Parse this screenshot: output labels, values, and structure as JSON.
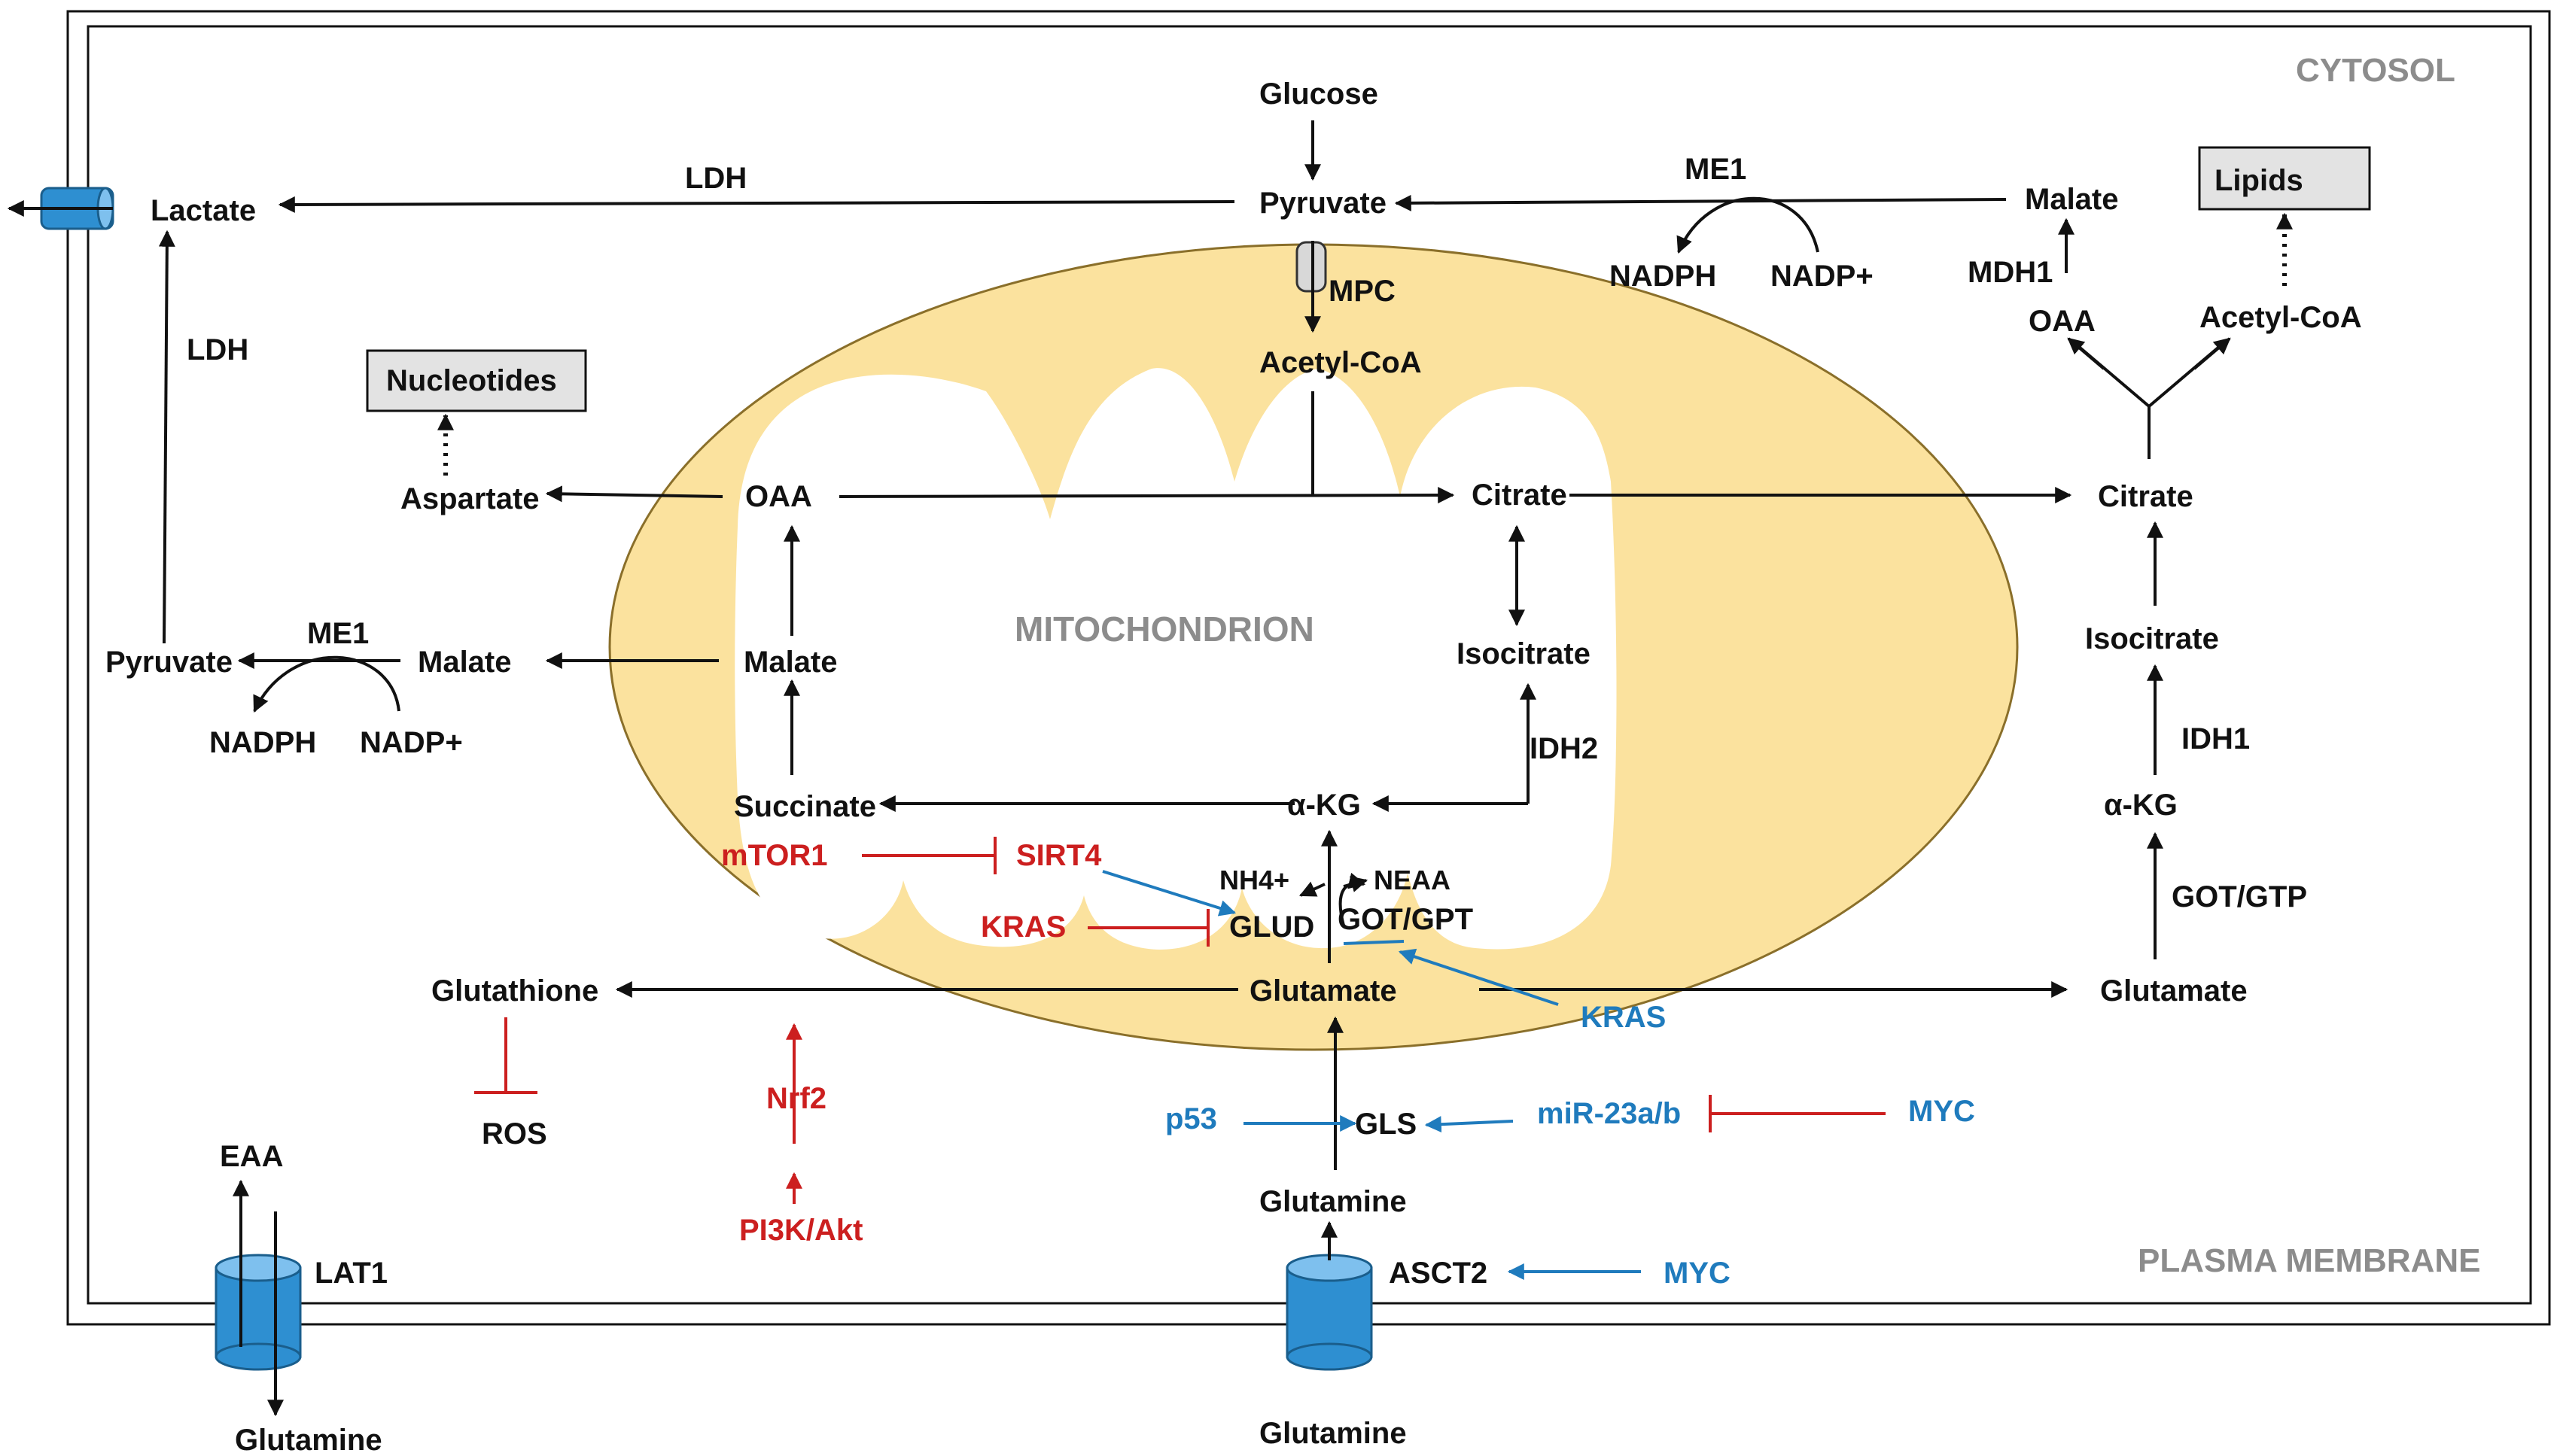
{
  "colors": {
    "mitochondrion_fill": "#fbe29e",
    "black": "#111111",
    "red": "#cc1f1f",
    "blue": "#1f7bbd",
    "region_label": "#8c8c8c",
    "box_fill": "#e3e3e3",
    "transporter": "#2e8fd1"
  },
  "icons": [
    "transporter-channel-icon",
    "mpc-channel-icon"
  ],
  "regions": {
    "cytosol": "CYTOSOL",
    "plasma_membrane": "PLASMA MEMBRANE",
    "mitochondrion": "MITOCHONDRION"
  },
  "nodes": {
    "glucose": "Glucose",
    "pyruvate_top": "Pyruvate",
    "lactate": "Lactate",
    "ldh_top": "LDH",
    "ldh_left": "LDH",
    "me1_top": "ME1",
    "nadph_top": "NADPH",
    "nadp_top": "NADP+",
    "malate_right": "Malate",
    "lipids": "Lipids",
    "mdh1": "MDH1",
    "oaa_right": "OAA",
    "acetylcoa_right": "Acetyl-CoA",
    "mpc": "MPC",
    "acetylcoa_mito": "Acetyl-CoA",
    "nucleotides": "Nucleotides",
    "aspartate": "Aspartate",
    "oaa_mito": "OAA",
    "citrate_mito": "Citrate",
    "citrate_right": "Citrate",
    "isocitrate_mito": "Isocitrate",
    "isocitrate_right": "Isocitrate",
    "pyruvate_left": "Pyruvate",
    "me1_left": "ME1",
    "malate_left": "Malate",
    "malate_mito": "Malate",
    "nadph_left": "NADPH",
    "nadp_left": "NADP+",
    "idh1": "IDH1",
    "idh2": "IDH2",
    "akg_right": "α-KG",
    "akg_mito": "α-KG",
    "succinate": "Succinate",
    "mtor1": "mTOR1",
    "sirt4": "SIRT4",
    "nh4": "NH4+",
    "neaa": "NEAA",
    "glud": "GLUD",
    "got_gpt_mito": "GOT/GPT",
    "got_gtp_right": "GOT/GTP",
    "kras_red": "KRAS",
    "kras_blue": "KRAS",
    "glutathione": "Glutathione",
    "glutamate_mito": "Glutamate",
    "glutamate_right": "Glutamate",
    "ros": "ROS",
    "nrf2": "Nrf2",
    "pi3k_akt": "PI3K/Akt",
    "p53": "p53",
    "gls": "GLS",
    "mir23": "miR-23a/b",
    "myc_top": "MYC",
    "myc_bottom": "MYC",
    "glutamine_inner": "Glutamine",
    "glutamine_bottom_center": "Glutamine",
    "glutamine_bottom_left": "Glutamine",
    "asct2": "ASCT2",
    "eaa": "EAA",
    "lat1": "LAT1"
  }
}
